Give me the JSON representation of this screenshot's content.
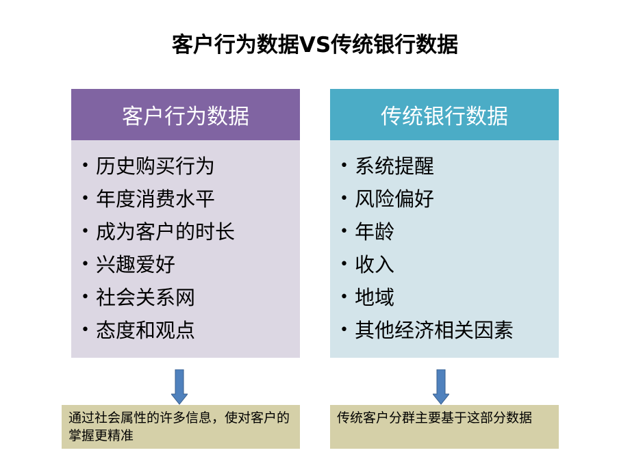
{
  "title": "客户行为数据VS传统银行数据",
  "left_panel": {
    "header": "客户行为数据",
    "items": [
      "历史购买行为",
      "年度消费水平",
      "成为客户的时长",
      "兴趣爱好",
      "社会关系网",
      "态度和观点"
    ],
    "note": "通过社会属性的许多信息，使对客户的掌握更精准"
  },
  "right_panel": {
    "header": "传统银行数据",
    "items": [
      "系统提醒",
      "风险偏好",
      "年龄",
      "收入",
      "地域",
      "其他经济相关因素"
    ],
    "note": "传统客户分群主要基于这部分数据"
  },
  "bullet": "•",
  "colors": {
    "left_header": "#8064a2",
    "left_body": "#dcd7e3",
    "right_header": "#4bacc6",
    "right_body": "#d3e4ea",
    "note_bg": "#d5d0a8",
    "arrow": "#4f81bd"
  }
}
